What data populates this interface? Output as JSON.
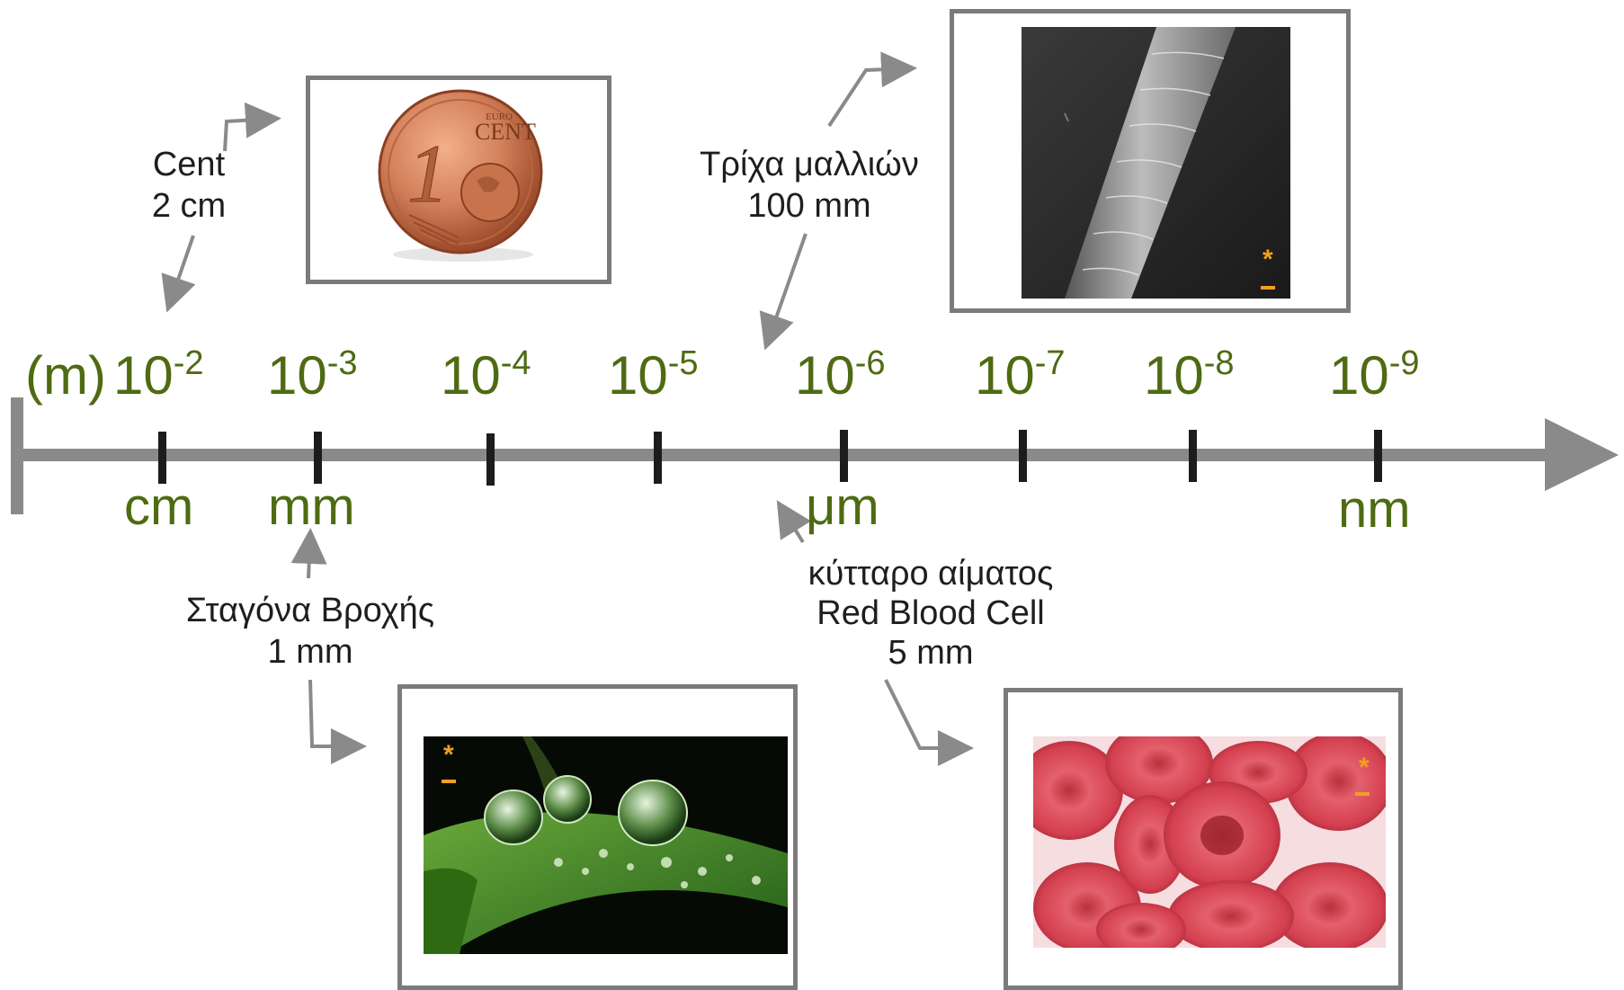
{
  "axis": {
    "unit_prefix": "(m)",
    "ticks": [
      {
        "base": "10",
        "exp": "-2"
      },
      {
        "base": "10",
        "exp": "-3"
      },
      {
        "base": "10",
        "exp": "-4"
      },
      {
        "base": "10",
        "exp": "-5"
      },
      {
        "base": "10",
        "exp": "-6"
      },
      {
        "base": "10",
        "exp": "-7"
      },
      {
        "base": "10",
        "exp": "-8"
      },
      {
        "base": "10",
        "exp": "-9"
      }
    ],
    "units": {
      "cm": "cm",
      "mm": "mm",
      "um": "μm",
      "nm": "nm"
    }
  },
  "items": {
    "cent": {
      "name": "Cent",
      "size": "2 cm"
    },
    "hair": {
      "name": "Τρίχα μαλλιών",
      "size": "100 mm"
    },
    "raindrop": {
      "name": "Σταγόνα Βροχής",
      "size": "1 mm"
    },
    "rbc": {
      "name_gr": "κύτταρο αίματος",
      "name_en": "Red Blood Cell",
      "size": "5 mm"
    }
  },
  "images": {
    "coin_text": "CENT",
    "coin_euro": "EURO",
    "coin_numeral": "1",
    "scale_marker": "*"
  },
  "colors": {
    "axis": "#8a8a8a",
    "tick": "#1c1c1c",
    "exponent": "#4e6b12",
    "marker": "#f0a020",
    "frame": "#7b7b7b"
  }
}
